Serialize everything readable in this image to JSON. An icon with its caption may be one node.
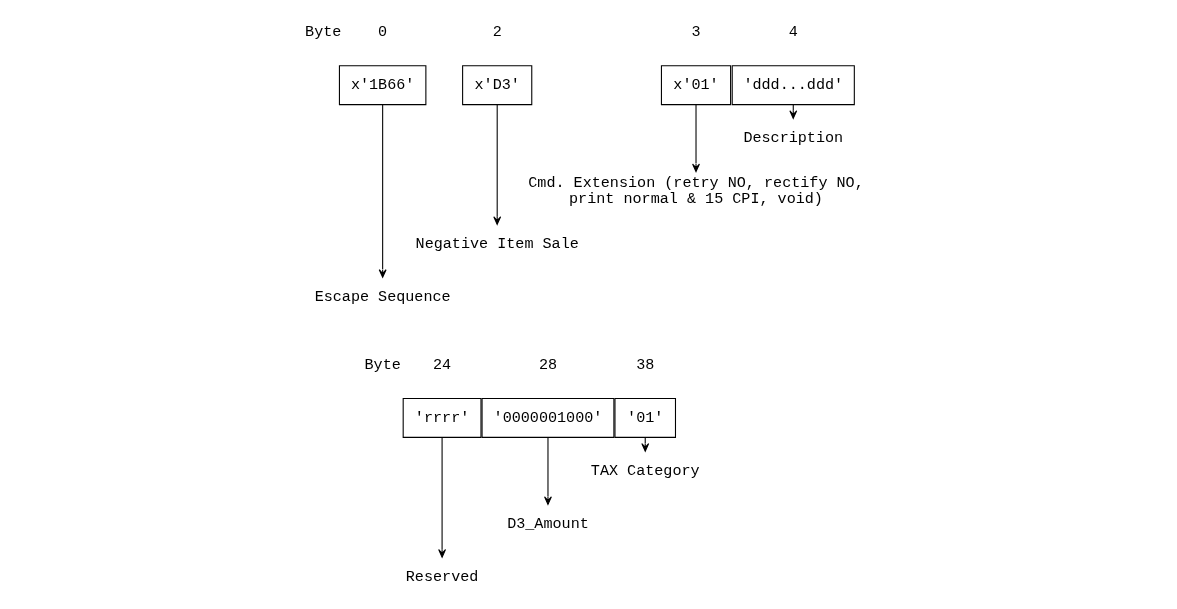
{
  "diagram": {
    "nodes": [
      {
        "text": [
          "x'1B66'"
        ]
      },
      {
        "text": [
          "x'D3'"
        ]
      },
      {
        "text": [
          "x'01'"
        ]
      },
      {
        "text": [
          "'ddd...ddd'"
        ]
      },
      {
        "text": [
          "Description"
        ]
      },
      {
        "text": [
          "Cmd. Extension (retry NO, rectify NO, print normal & 15 CPI, void)"
        ]
      },
      {
        "text": [
          "Negative Item Sale"
        ]
      },
      {
        "text": [
          "Escape Sequence"
        ]
      },
      {
        "text": [
          "'rrrr'"
        ]
      },
      {
        "text": [
          "'0000001000'"
        ]
      },
      {
        "text": [
          "'01'"
        ]
      },
      {
        "text": [
          "TAX Category"
        ]
      },
      {
        "text": [
          "D3_Amount"
        ]
      },
      {
        "text": [
          "Reserved"
        ]
      }
    ],
    "edges": [
      {
        "from": 3,
        "to": 4,
        "arrow": "to"
      },
      {
        "from": 2,
        "to": 5,
        "arrow": "to"
      },
      {
        "from": 1,
        "to": 6,
        "arrow": "to"
      },
      {
        "from": 0,
        "to": 7,
        "arrow": "to"
      },
      {
        "from": 10,
        "to": 11,
        "arrow": "to"
      },
      {
        "from": 9,
        "to": 12,
        "arrow": "to"
      },
      {
        "from": 8,
        "to": 13,
        "arrow": "to"
      }
    ],
    "labels": [
      "Byte",
      "0",
      "2",
      "3",
      "4",
      "Byte",
      "24",
      "28",
      "38"
    ]
  }
}
